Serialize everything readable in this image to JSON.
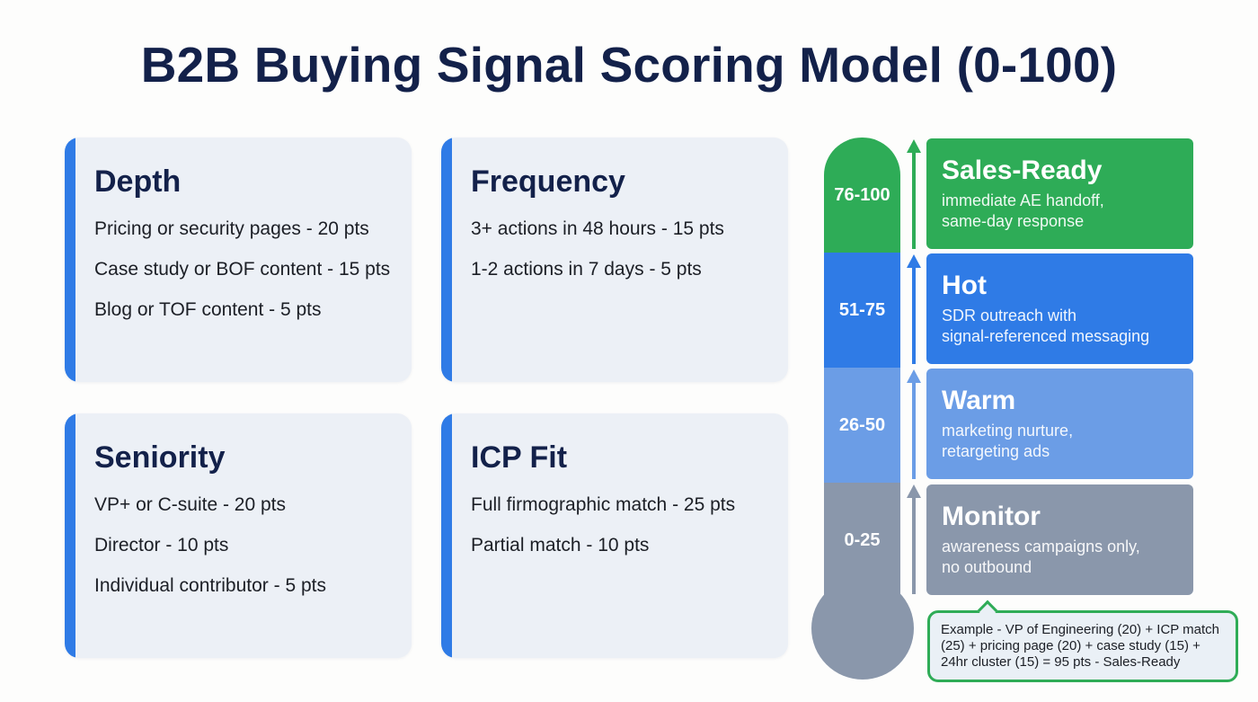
{
  "title": "B2B Buying Signal Scoring Model (0-100)",
  "colors": {
    "title": "#13214a",
    "card_bg": "#ecf0f6",
    "card_accent": "#2f7be6",
    "sales_ready": "#2eac57",
    "hot": "#2f7be6",
    "warm": "#6b9de6",
    "monitor": "#8a97ab",
    "callout_border": "#2fac57"
  },
  "cards": [
    {
      "title": "Depth",
      "items": [
        "Pricing or security pages - 20 pts",
        "Case study or BOF content - 15 pts",
        "Blog or TOF content - 5 pts"
      ]
    },
    {
      "title": "Frequency",
      "items": [
        "3+ actions in 48 hours - 15 pts",
        "1-2 actions in 7 days - 5 pts"
      ]
    },
    {
      "title": "Seniority",
      "items": [
        "VP+ or C-suite - 20 pts",
        "Director - 10 pts",
        "Individual contributor - 5 pts"
      ]
    },
    {
      "title": "ICP Fit",
      "items": [
        "Full firmographic match - 25 pts",
        "Partial match - 10 pts"
      ]
    }
  ],
  "thermometer": {
    "segments": [
      {
        "range": "76-100",
        "color": "#2eac57"
      },
      {
        "range": "51-75",
        "color": "#2f7be6"
      },
      {
        "range": "26-50",
        "color": "#6b9de6"
      },
      {
        "range": "0-25",
        "color": "#8a97ab"
      }
    ]
  },
  "tiers": [
    {
      "name": "Sales-Ready",
      "description": "immediate AE handoff, same-day response",
      "line1": "immediate AE handoff,",
      "line2": "same-day response",
      "color": "#2eac57"
    },
    {
      "name": "Hot",
      "description": "SDR outreach with signal-referenced messaging",
      "line1": "SDR outreach with",
      "line2": "signal-referenced messaging",
      "color": "#2f7be6"
    },
    {
      "name": "Warm",
      "description": "marketing nurture, retargeting ads",
      "line1": "marketing nurture,",
      "line2": "retargeting ads",
      "color": "#6b9de6"
    },
    {
      "name": "Monitor",
      "description": "awareness campaigns only, no outbound",
      "line1": "awareness campaigns only,",
      "line2": "no outbound",
      "color": "#8a97ab"
    }
  ],
  "callout": {
    "text": "Example - VP of Engineering (20) + ICP match (25) + pricing page (20) + case study (15) + 24hr cluster (15) = 95 pts - Sales-Ready"
  }
}
